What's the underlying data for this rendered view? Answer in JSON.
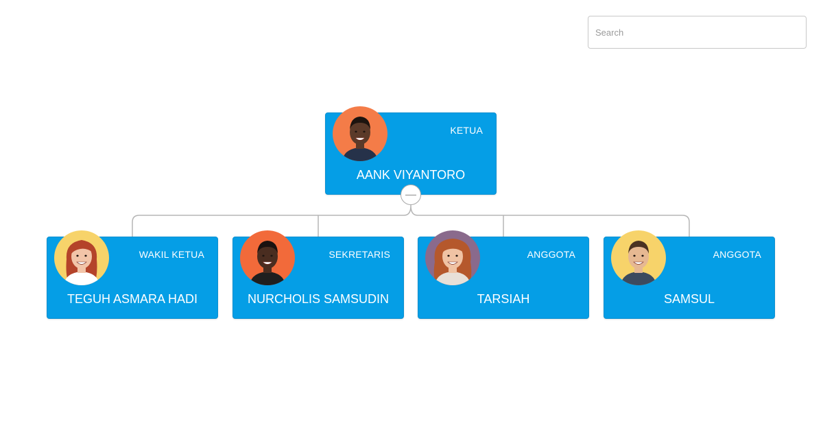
{
  "search": {
    "placeholder": "Search"
  },
  "root": {
    "role": "KETUA",
    "name": "AANK VIYANTORO",
    "avatar_bg": "#f47c48",
    "skin": "#5b3a29",
    "hair": "#1d140f",
    "shirt": "#26324a",
    "hair_style": "short"
  },
  "children": [
    {
      "role": "WAKIL KETUA",
      "name": "TEGUH ASMARA HADI",
      "avatar_bg": "#f7d36a",
      "skin": "#f2c4a8",
      "hair": "#b4432a",
      "shirt": "#ffffff",
      "hair_style": "long"
    },
    {
      "role": "SEKRETARIS",
      "name": "NURCHOLIS SAMSUDIN",
      "avatar_bg": "#f26a3a",
      "skin": "#4a2d20",
      "hair": "#1a1210",
      "shirt": "#1f1f1f",
      "hair_style": "short"
    },
    {
      "role": "ANGGOTA",
      "name": "TARSIAH",
      "avatar_bg": "#8a6a8c",
      "skin": "#f0c3a4",
      "hair": "#b5582c",
      "shirt": "#e8e0d8",
      "hair_style": "curly"
    },
    {
      "role": "ANGGOTA",
      "name": "SAMSUL",
      "avatar_bg": "#f7d36a",
      "skin": "#e6b892",
      "hair": "#4a3222",
      "shirt": "#3c4a5e",
      "hair_style": "short"
    }
  ],
  "colors": {
    "node": "#059ee6",
    "link": "#b5b5b5",
    "text": "#ffffff"
  },
  "toggle_icon": "collapse-minus-icon"
}
